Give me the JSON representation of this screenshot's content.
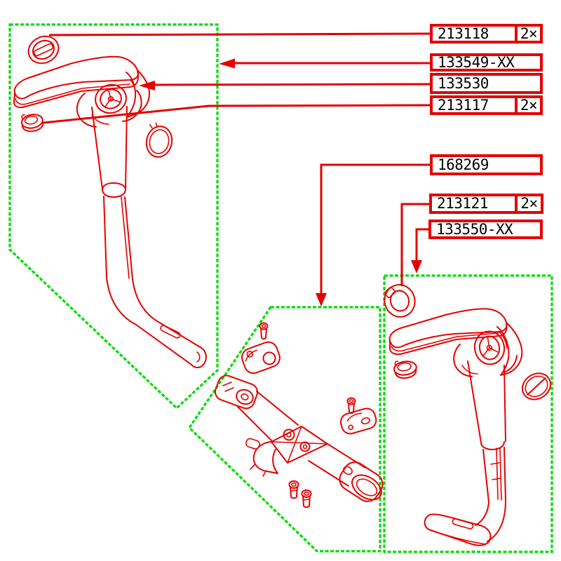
{
  "colors": {
    "part_line_red": "#e60000",
    "region_outline_green": "#00dd00",
    "label_border": "#e60000",
    "label_text": "#000000",
    "background": "#ffffff"
  },
  "labels": [
    {
      "part_number": "213118",
      "qty": "2×",
      "points_to": "slotted-disc-cap"
    },
    {
      "part_number": "133549-XX",
      "qty": "",
      "points_to": "left-armrest-assembly"
    },
    {
      "part_number": "133530",
      "qty": "",
      "points_to": "armrest-pivot-elbow"
    },
    {
      "part_number": "213117",
      "qty": "2×",
      "points_to": "retainer-clip"
    },
    {
      "part_number": "168269",
      "qty": "",
      "points_to": "mounting-bracket-assembly"
    },
    {
      "part_number": "213121",
      "qty": "2×",
      "points_to": "clamp-ring"
    },
    {
      "part_number": "133550-XX",
      "qty": "",
      "points_to": "right-armrest-assembly"
    }
  ],
  "regions": [
    {
      "name": "left-armrest-region"
    },
    {
      "name": "bracket-region"
    },
    {
      "name": "right-armrest-region"
    }
  ]
}
